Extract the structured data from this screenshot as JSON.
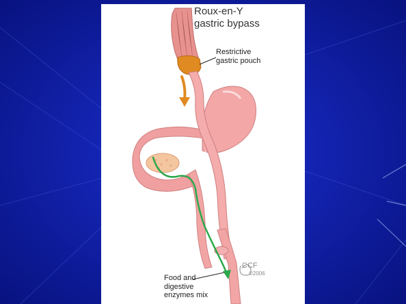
{
  "colors": {
    "slide_background": "#0a1a8c",
    "panel": "#ffffff",
    "tissue": "#f3a3a3",
    "tissue_dark": "#d77b7b",
    "pouch": "#e08a22",
    "food_path": "#2aa84a"
  },
  "diagram": {
    "title": [
      "Roux-en-Y",
      "gastric bypass"
    ],
    "labels": {
      "pouch": [
        "Restrictive",
        "gastric pouch"
      ],
      "mix": [
        "Food and",
        "digestive",
        "enzymes mix"
      ]
    },
    "credit": {
      "mark": "CCF",
      "year": "©2006"
    },
    "icons": [
      "down-arrow-icon",
      "food-path-arrow-icon"
    ]
  }
}
